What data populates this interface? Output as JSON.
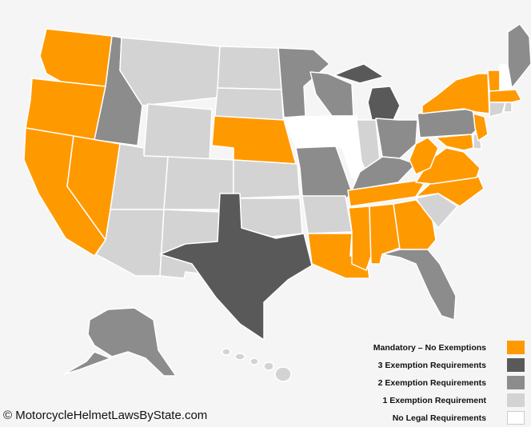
{
  "copyright": "© MotorcycleHelmetLawsByState.com",
  "legend": [
    {
      "label": "Mandatory – No Exemptions",
      "color": "#ff9900"
    },
    {
      "label": "3 Exemption Requirements",
      "color": "#595959"
    },
    {
      "label": "2 Exemption Requirements",
      "color": "#8c8c8c"
    },
    {
      "label": "1 Exemption Requirement",
      "color": "#d3d3d3"
    },
    {
      "label": "No Legal Requirements",
      "color": "#ffffff"
    }
  ],
  "colors": {
    "background": "#f5f5f5",
    "mandatory": "#ff9900",
    "three_exemption": "#595959",
    "two_exemption": "#8c8c8c",
    "one_exemption": "#d3d3d3",
    "none": "#ffffff"
  }
}
